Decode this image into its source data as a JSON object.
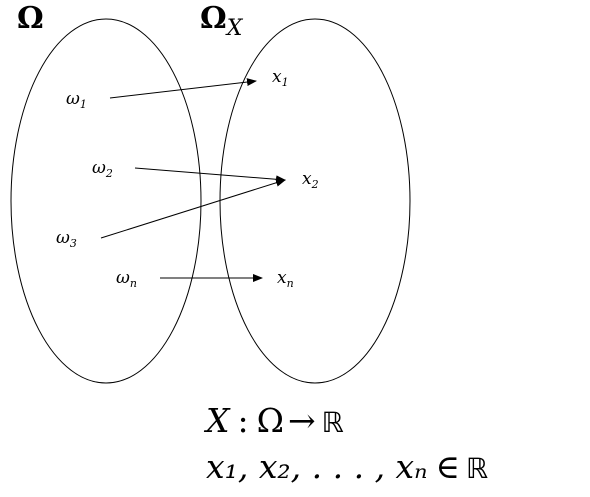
{
  "sets": {
    "domain_label": "Ω",
    "codomain_label_base": "Ω",
    "codomain_label_sub": "X"
  },
  "domain_elements": [
    {
      "base": "ω",
      "sub": "1"
    },
    {
      "base": "ω",
      "sub": "2"
    },
    {
      "base": "ω",
      "sub": "3"
    },
    {
      "base": "ω",
      "sub": "n"
    }
  ],
  "codomain_elements": [
    {
      "base": "x",
      "sub": "1"
    },
    {
      "base": "x",
      "sub": "2"
    },
    {
      "base": "x",
      "sub": "n"
    }
  ],
  "mappings": [
    {
      "from": "ω1",
      "to": "x1"
    },
    {
      "from": "ω2",
      "to": "x2"
    },
    {
      "from": "ω3",
      "to": "x2"
    },
    {
      "from": "ωn",
      "to": "xn"
    }
  ],
  "formulas": {
    "line1": {
      "lhs": "X",
      "colon": ":",
      "domain": "Ω",
      "arrow": "→",
      "codomain": "ℝ"
    },
    "line2": {
      "list": "x₁, x₂, . . . , xₙ",
      "member": "∈",
      "set": "ℝ"
    }
  }
}
